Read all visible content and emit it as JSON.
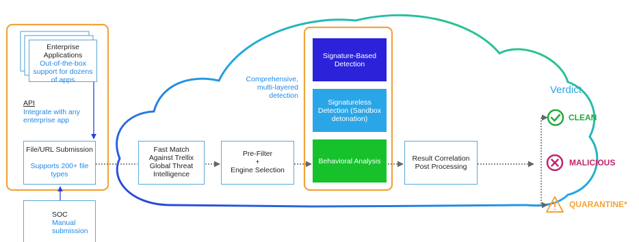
{
  "enterprise_apps": {
    "title": "Enterprise Applications",
    "subtitle": "Out-of-the-box support for dozens of apps"
  },
  "api": {
    "title": "API",
    "subtitle": "Integrate with any enterprise app"
  },
  "file_submission": {
    "title": "File/URL Submission",
    "subtitle": "Supports 200+ file types"
  },
  "soc": {
    "title": "SOC",
    "subtitle": "Manual submission"
  },
  "pipeline": {
    "fast_match": "Fast Match Against Trellix Global Threat Intelligence",
    "pre_filter_line1": "Pre-Filter",
    "pre_filter_plus": "+",
    "pre_filter_line2": "Engine Selection",
    "result": "Result Correlation Post Processing"
  },
  "cloud_caption": "Comprehensive, multi-layered detection",
  "engines": {
    "signature": "Signature-Based Detection",
    "signatureless": "Signatureless Detection (Sandbox detonation)",
    "behavioral": "Behavioral Analysis"
  },
  "verdict": {
    "title": "Verdict",
    "clean": "CLEAN",
    "malicious": "MALICIOUS",
    "quarantine": "QUARANTINE*"
  },
  "colors": {
    "orange": "#f2a33a",
    "blue_text": "#1e88e5",
    "signature_box": "#2b22d9",
    "signatureless_box": "#2aa6e8",
    "behavioral_box": "#16c12c",
    "clean": "#1faa3a",
    "malicious": "#c0246a",
    "quarantine": "#f2a33a"
  }
}
